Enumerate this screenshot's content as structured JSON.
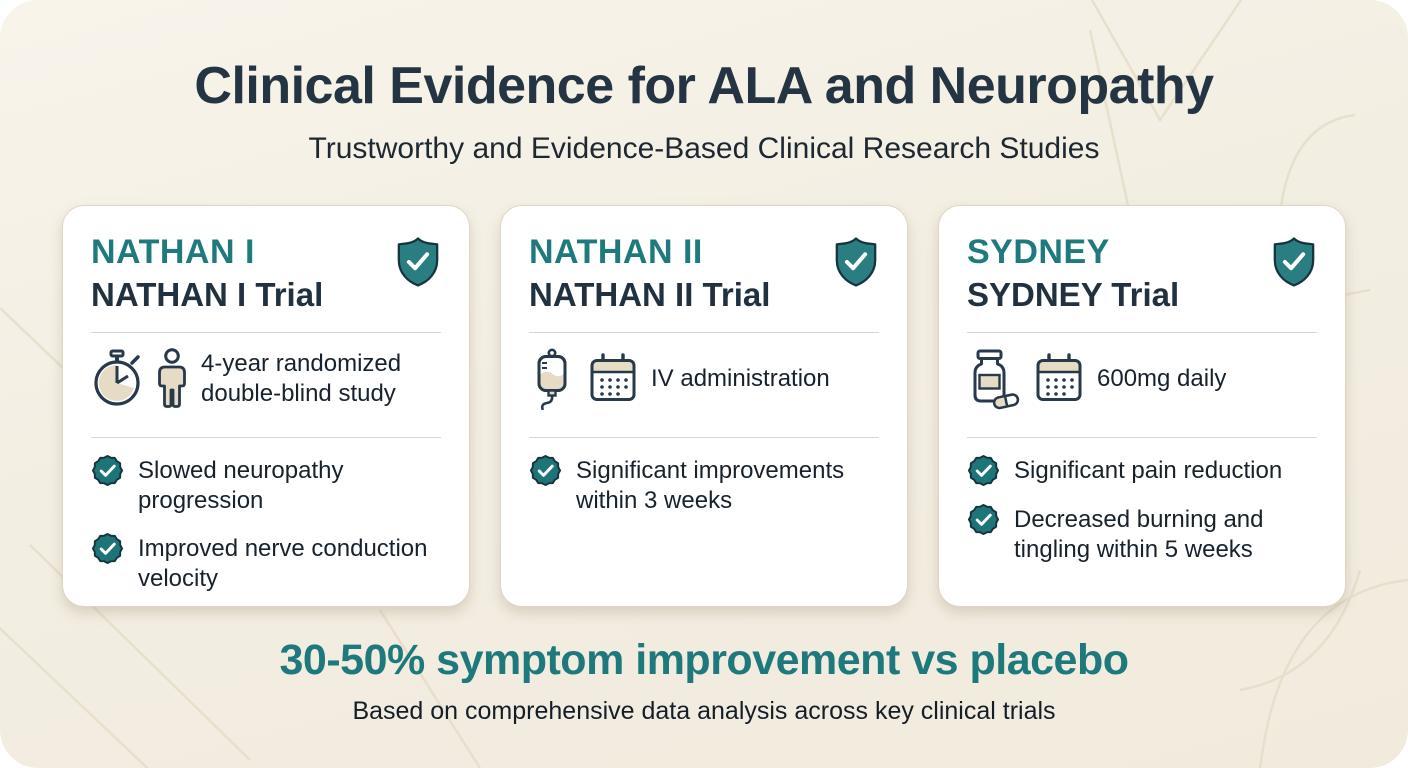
{
  "header": {
    "title": "Clinical Evidence for ALA and Neuropathy",
    "subtitle": "Trustworthy and Evidence-Based Clinical Research Studies"
  },
  "cards": [
    {
      "acronym": "NATHAN I",
      "trial_name": "NATHAN I Trial",
      "badge_icon": "shield-check-icon",
      "method_icons": [
        "stopwatch-icon",
        "person-icon"
      ],
      "method": "4-year randomized double-blind study",
      "findings": [
        "Slowed neuropathy progression",
        "Improved nerve conduction velocity"
      ]
    },
    {
      "acronym": "NATHAN II",
      "trial_name": "NATHAN II Trial",
      "badge_icon": "shield-check-icon",
      "method_icons": [
        "iv-bag-icon",
        "calendar-icon"
      ],
      "method": "IV administration",
      "findings": [
        "Significant improvements within 3 weeks"
      ]
    },
    {
      "acronym": "SYDNEY",
      "trial_name": "SYDNEY Trial",
      "badge_icon": "shield-check-icon",
      "method_icons": [
        "pill-bottle-icon",
        "calendar-icon"
      ],
      "method": "600mg daily",
      "findings": [
        "Significant pain reduction",
        "Decreased burning and tingling within 5 weeks"
      ]
    }
  ],
  "footer": {
    "headline": "30-50% symptom improvement vs placebo",
    "caption": "Based on comprehensive data analysis across key clinical trials"
  },
  "colors": {
    "accent_teal": "#1e7a7c",
    "shield_teal": "#2a7e81",
    "heading_navy": "#233442",
    "body_text": "#17222c",
    "background_cream": "#f3eee2",
    "card_white": "#ffffff",
    "icon_tan": "#e6dcc6",
    "icon_stroke": "#27394a"
  }
}
